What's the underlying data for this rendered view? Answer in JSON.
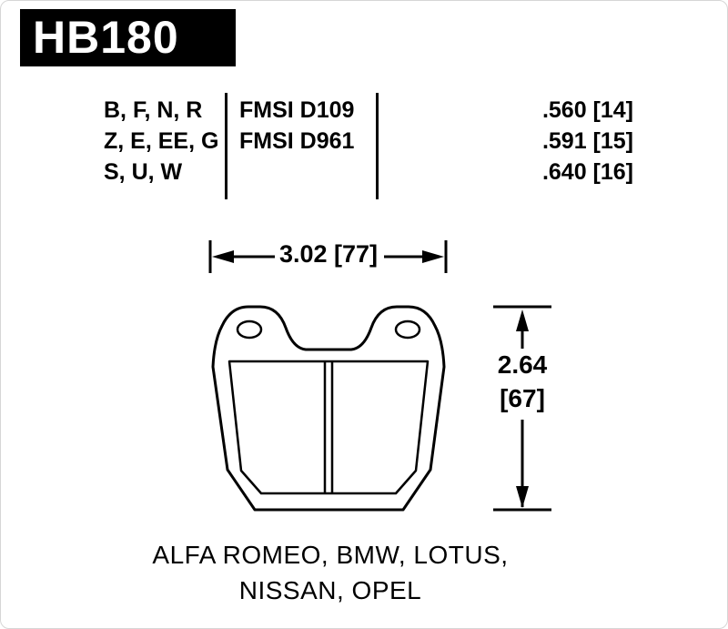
{
  "colors": {
    "ink": "#000000",
    "header_bg": "#000000",
    "header_fg": "#ffffff",
    "card_bg": "#ffffff",
    "card_border": "#d6d6d6"
  },
  "header": {
    "part_number": "HB180"
  },
  "spec_table": {
    "compound_rows": [
      "B, F, N, R",
      "Z, E, EE, G",
      "S, U, W"
    ],
    "fmsi_rows": [
      "FMSI D109",
      "FMSI D961"
    ],
    "thickness_rows": [
      ".560 [14]",
      ".591 [15]",
      ".640 [16]"
    ]
  },
  "dimensions": {
    "width_label": "3.02 [77]",
    "height_label_in": "2.64",
    "height_label_mm": "[67]"
  },
  "applications": {
    "line1": "ALFA ROMEO, BMW, LOTUS,",
    "line2": "NISSAN, OPEL"
  }
}
